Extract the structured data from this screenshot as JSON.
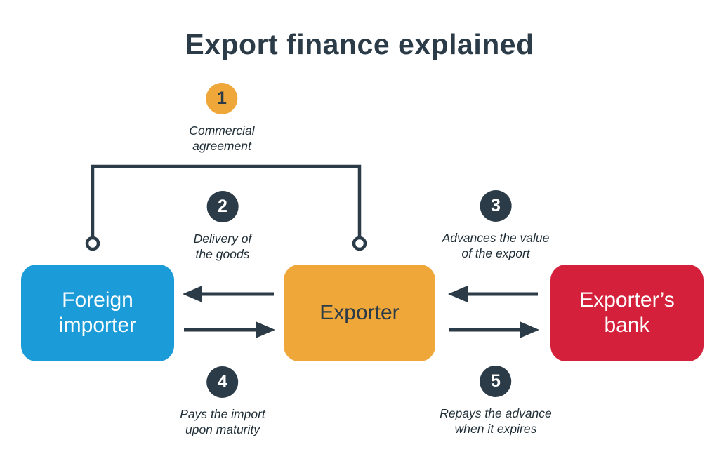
{
  "title": "Export finance explained",
  "colors": {
    "dark": "#2b3b47",
    "blue": "#1b9bd7",
    "orange": "#efa73a",
    "red": "#d4203a",
    "background": "#ffffff"
  },
  "entities": {
    "importer": {
      "label": "Foreign\nimporter"
    },
    "exporter": {
      "label": "Exporter"
    },
    "bank": {
      "label": "Exporter’s\nbank"
    }
  },
  "steps": {
    "1": {
      "number": "1",
      "label": "Commercial\nagreement"
    },
    "2": {
      "number": "2",
      "label": "Delivery of\nthe goods"
    },
    "3": {
      "number": "3",
      "label": "Advances the value\nof the export"
    },
    "4": {
      "number": "4",
      "label": "Pays the import\nupon maturity"
    },
    "5": {
      "number": "5",
      "label": "Repays the advance\nwhen it expires"
    }
  },
  "connections": [
    {
      "step": "1",
      "between": [
        "Foreign importer",
        "Exporter"
      ],
      "description": "Commercial agreement"
    },
    {
      "step": "2",
      "from": "Exporter",
      "to": "Foreign importer",
      "description": "Delivery of the goods"
    },
    {
      "step": "3",
      "from": "Exporter’s bank",
      "to": "Exporter",
      "description": "Advances the value of the export"
    },
    {
      "step": "4",
      "from": "Foreign importer",
      "to": "Exporter",
      "description": "Pays the import upon maturity"
    },
    {
      "step": "5",
      "from": "Exporter",
      "to": "Exporter’s bank",
      "description": "Repays the advance when it expires"
    }
  ]
}
